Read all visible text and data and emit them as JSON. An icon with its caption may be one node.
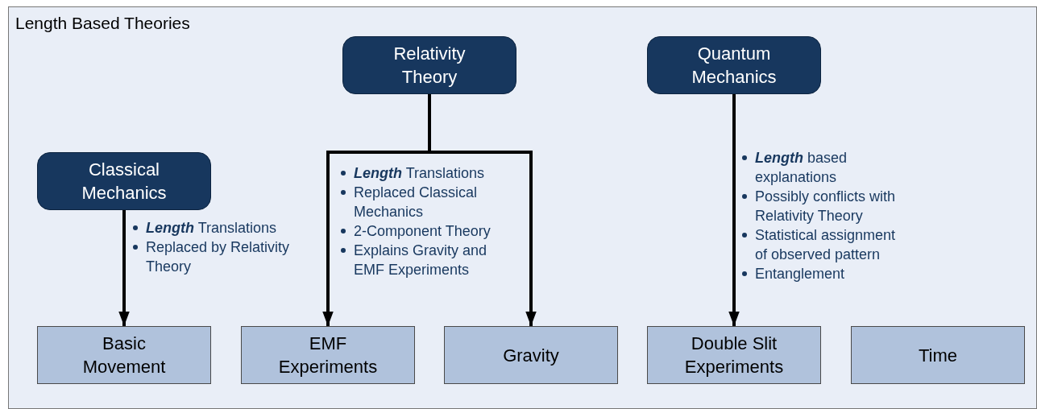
{
  "diagram": {
    "nodes": [
      {
        "text": [
          "Length Based Theories"
        ]
      },
      {
        "text": [
          "Relativity Theory"
        ],
        "in": 0
      },
      {
        "text": [
          "Quantum Mechanics"
        ],
        "in": 0
      },
      {
        "text": [
          "Classical Mechanics"
        ],
        "in": 0
      },
      {
        "text": [
          "Basic Movement"
        ],
        "in": 0
      },
      {
        "text": [
          "EMF Experiments"
        ],
        "in": 0
      },
      {
        "text": [
          "Gravity"
        ],
        "in": 0
      },
      {
        "text": [
          "Double Slit Experiments"
        ],
        "in": 0
      },
      {
        "text": [
          "Time"
        ],
        "in": 0
      }
    ],
    "edges": [
      {
        "from": 3,
        "to": 4,
        "arrow": "to"
      },
      {
        "from": 1,
        "to": 5,
        "arrow": "to"
      },
      {
        "from": 1,
        "to": 6,
        "arrow": "to"
      },
      {
        "from": 2,
        "to": 7,
        "arrow": "to"
      }
    ],
    "labels": [
      "**Length** Translations",
      "Replaced by Relativity Theory",
      "**Length** Translations",
      "Replaced Classical Mechanics",
      "2-Component Theory",
      "Explains Gravity and EMF Experiments",
      "**Length** based explanations",
      "Possibly conflicts with Relativity Theory",
      "Statistical assignment of observed pattern",
      "Entanglement"
    ]
  }
}
